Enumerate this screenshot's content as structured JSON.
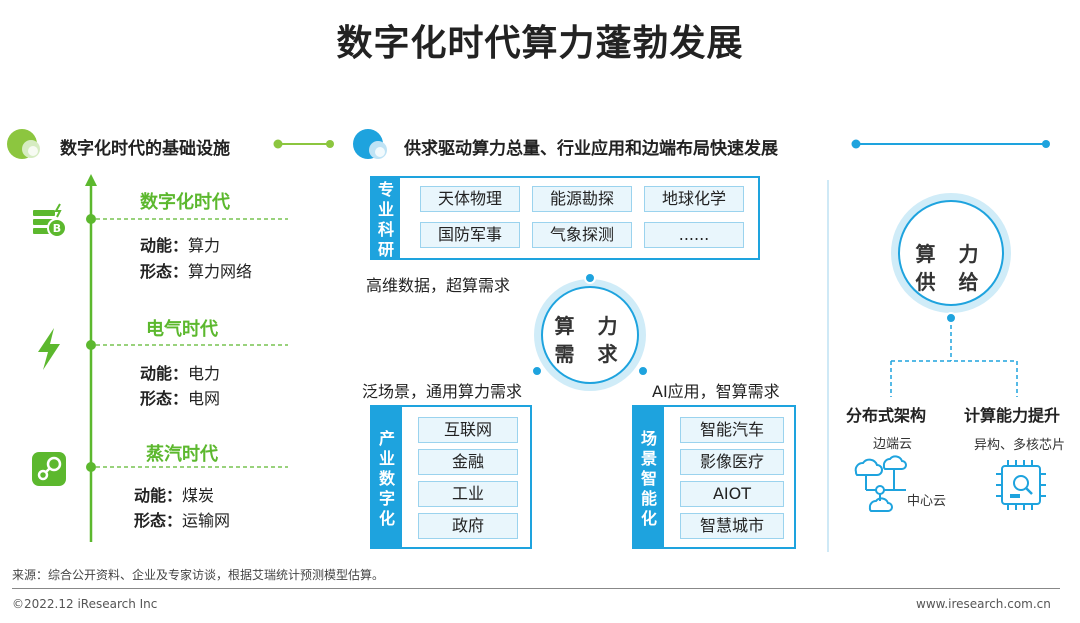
{
  "title": "数字化时代算力蓬勃发展",
  "left_heading": "数字化时代的基础设施",
  "right_heading": "供求驱动算力总量、行业应用和边端布局快速发展",
  "eras": [
    {
      "name": "数字化时代",
      "power_label": "动能：",
      "power": "算力",
      "form_label": "形态：",
      "form": "算力网络"
    },
    {
      "name": "电气时代",
      "power_label": "动能：",
      "power": "电力",
      "form_label": "形态：",
      "form": "电网"
    },
    {
      "name": "蒸汽时代",
      "power_label": "动能：",
      "power": "煤炭",
      "form_label": "形态：",
      "form": "运输网"
    }
  ],
  "research": {
    "label": [
      "专",
      "业",
      "科",
      "研"
    ],
    "cells": [
      "天体物理",
      "能源勘探",
      "地球化学",
      "国防军事",
      "气象探测",
      "......"
    ]
  },
  "demand_captions": {
    "top": "高维数据，超算需求",
    "left": "泛场景，通用算力需求",
    "right": "AI应用，智算需求"
  },
  "demand_circle": [
    "算 力",
    "需 求"
  ],
  "industry": {
    "label": [
      "产",
      "业",
      "数",
      "字",
      "化"
    ],
    "cells": [
      "互联网",
      "金融",
      "工业",
      "政府"
    ]
  },
  "scene": {
    "label": [
      "场",
      "景",
      "智",
      "能",
      "化"
    ],
    "cells": [
      "智能汽车",
      "影像医疗",
      "AIOT",
      "智慧城市"
    ]
  },
  "supply_circle": [
    "算 力",
    "供 给"
  ],
  "supply": {
    "left_title": "分布式架构",
    "left_sub_top": "边端云",
    "left_sub_side": "中心云",
    "right_title": "计算能力提升",
    "right_sub": "异构、多核芯片"
  },
  "footer": {
    "source": "来源：综合公开资料、企业及专家访谈，根据艾瑞统计预测模型估算。",
    "copyright": "©2022.12 iResearch Inc",
    "website": "www.iresearch.com.cn"
  },
  "colors": {
    "green": "#5cb82e",
    "blue": "#1ea3de",
    "light_blue": "#e9f6fc"
  }
}
